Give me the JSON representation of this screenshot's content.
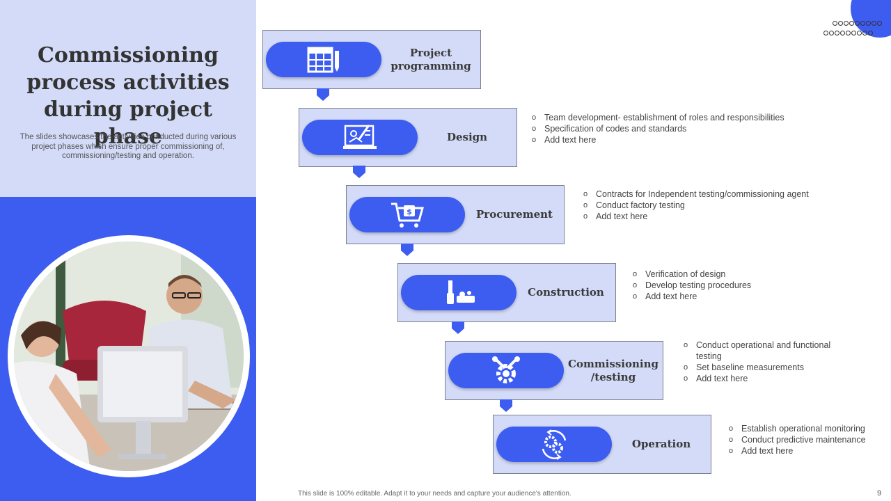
{
  "slide": {
    "title": "Commissioning process activities during project phase",
    "subtitle": "The slides showcases the activities conducted during various project phases which ensure proper commissioning of, commissioning/testing and operation.",
    "footer": "This slide is 100% editable. Adapt it to your needs and capture your audience's attention.",
    "page_number": "9"
  },
  "colors": {
    "accent": "#3d5cf0",
    "panel": "#d3dbf8"
  },
  "steps": [
    {
      "label": "Project programming",
      "icon": "calendar-icon",
      "bullets": []
    },
    {
      "label": "Design",
      "icon": "design-screen-icon",
      "bullets": [
        "Team development-  establishment of roles and responsibilities",
        "Specification of codes and standards",
        "Add text here"
      ]
    },
    {
      "label": "Procurement",
      "icon": "shopping-cart-icon",
      "bullets": [
        "Contracts for Independent  testing/commissioning agent",
        "Conduct factory testing",
        "Add text here"
      ]
    },
    {
      "label": "Construction",
      "icon": "construction-tools-icon",
      "bullets": [
        "Verification of design",
        "Develop  testing procedures",
        "Add text here"
      ]
    },
    {
      "label": "Commissioning /testing",
      "icon": "gear-wrench-icon",
      "bullets": [
        "Conduct operational  and functional testing",
        "Set baseline measurements",
        "Add text here"
      ]
    },
    {
      "label": "Operation",
      "icon": "gears-cycle-icon",
      "bullets": [
        "Establish operational  monitoring",
        "Conduct predictive maintenance",
        "Add text here"
      ]
    }
  ]
}
